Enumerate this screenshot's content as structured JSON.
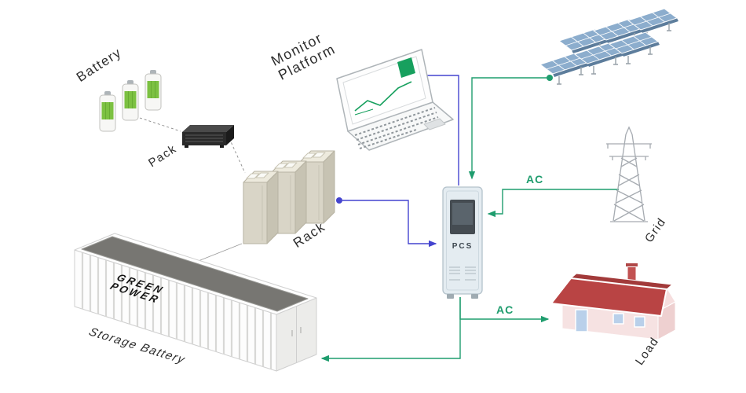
{
  "diagram": {
    "labels": {
      "battery": "Battery",
      "pack": "Pack",
      "rack": "Rack",
      "storage_battery": "Storage Battery",
      "monitor_line1": "Monitor",
      "monitor_line2": "Platform",
      "pcs": "PCS",
      "grid": "Grid",
      "load": "Load",
      "ac_grid": "AC",
      "ac_load": "AC",
      "brand_line1": "GREEN",
      "brand_line2": "POWER"
    },
    "icons": {
      "battery-cells-icon": "three green battery cylinders",
      "battery-pack-icon": "dark pack module box",
      "battery-rack-icon": "three beige rack cabinets",
      "storage-container-icon": "white shipping container (storage battery)",
      "monitor-laptop-icon": "laptop with green chart",
      "pcs-cabinet-icon": "power conversion system cabinet",
      "solar-panels-icon": "six blue photovoltaic panels",
      "grid-tower-icon": "transmission lattice tower",
      "load-house-icon": "house with red roof"
    },
    "colors": {
      "flow_green": "#1f9d6e",
      "flow_blue": "#4444cf",
      "battery_green": "#7cc142",
      "solar_blue": "#8cadcd",
      "roof_red": "#b94444",
      "rack_beige": "#d9d5c7"
    }
  }
}
